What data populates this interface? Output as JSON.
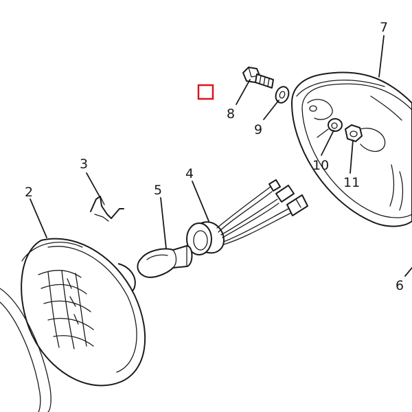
{
  "callouts": {
    "p2": "2",
    "p3": "3",
    "p4": "4",
    "p5": "5",
    "p6": "6",
    "p7": "7",
    "p8": "8",
    "p9": "9",
    "p10": "10",
    "p11": "11"
  },
  "colors": {
    "line": "#1a1a1a",
    "marker": "#e0121a",
    "background": "#ffffff"
  }
}
